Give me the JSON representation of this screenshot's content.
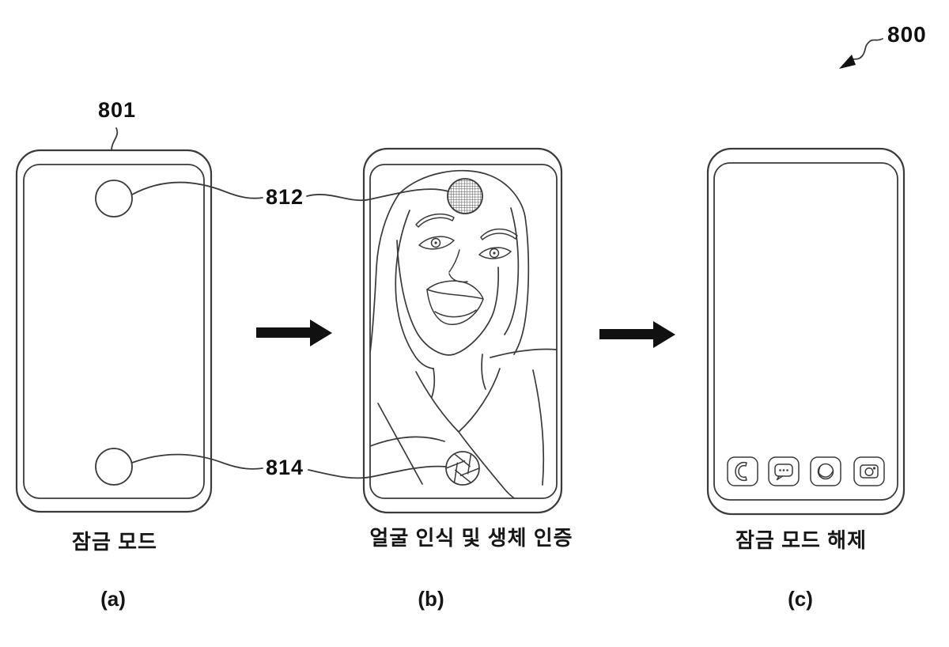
{
  "figure": {
    "type": "patent-drawing",
    "figure_ref": "800",
    "callouts": {
      "device": "801",
      "camera_region": "812",
      "biometric_sensor_region": "814"
    },
    "line_color": "#3a3a3a",
    "arrow_color": "#111111",
    "background": "#ffffff"
  },
  "panels": [
    {
      "tag": "(a)",
      "caption": "잠금 모드"
    },
    {
      "tag": "(b)",
      "caption": "얼굴 인식 및 생체 인증"
    },
    {
      "tag": "(c)",
      "caption": "잠금 모드 해제"
    }
  ],
  "dock_icons": [
    {
      "name": "phone-icon"
    },
    {
      "name": "messages-icon"
    },
    {
      "name": "internet-icon"
    },
    {
      "name": "camera-icon"
    }
  ]
}
